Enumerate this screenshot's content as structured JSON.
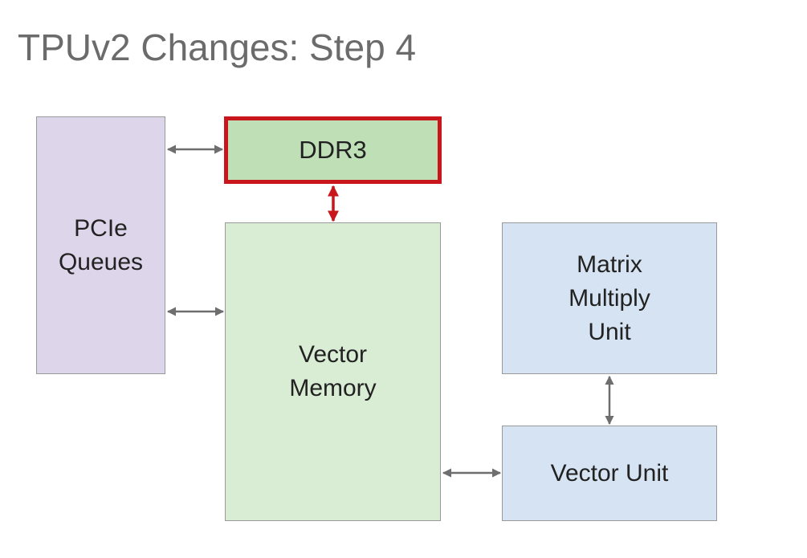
{
  "slide": {
    "title": "TPUv2 Changes: Step 4"
  },
  "blocks": {
    "pcie": {
      "label": "PCIe\nQueues",
      "fill": "#ddd6ea"
    },
    "ddr3": {
      "label": "DDR3",
      "fill": "#bfe0b6",
      "highlight": "#c9161d"
    },
    "vector_memory": {
      "label": "Vector\nMemory",
      "fill": "#d9ecd4"
    },
    "matrix_multiply_unit": {
      "label": "Matrix\nMultiply\nUnit",
      "fill": "#d6e3f2"
    },
    "vector_unit": {
      "label": "Vector Unit",
      "fill": "#d6e3f2"
    }
  },
  "connections": [
    {
      "from": "pcie",
      "to": "ddr3",
      "style": "bidirectional",
      "color": "#6e6e6e"
    },
    {
      "from": "ddr3",
      "to": "vector_memory",
      "style": "bidirectional",
      "color": "#c9161d",
      "highlighted": true
    },
    {
      "from": "pcie",
      "to": "vector_memory",
      "style": "bidirectional",
      "color": "#6e6e6e"
    },
    {
      "from": "matrix_multiply_unit",
      "to": "vector_unit",
      "style": "bidirectional",
      "color": "#6e6e6e"
    },
    {
      "from": "vector_memory",
      "to": "vector_unit",
      "style": "bidirectional",
      "color": "#6e6e6e"
    }
  ]
}
